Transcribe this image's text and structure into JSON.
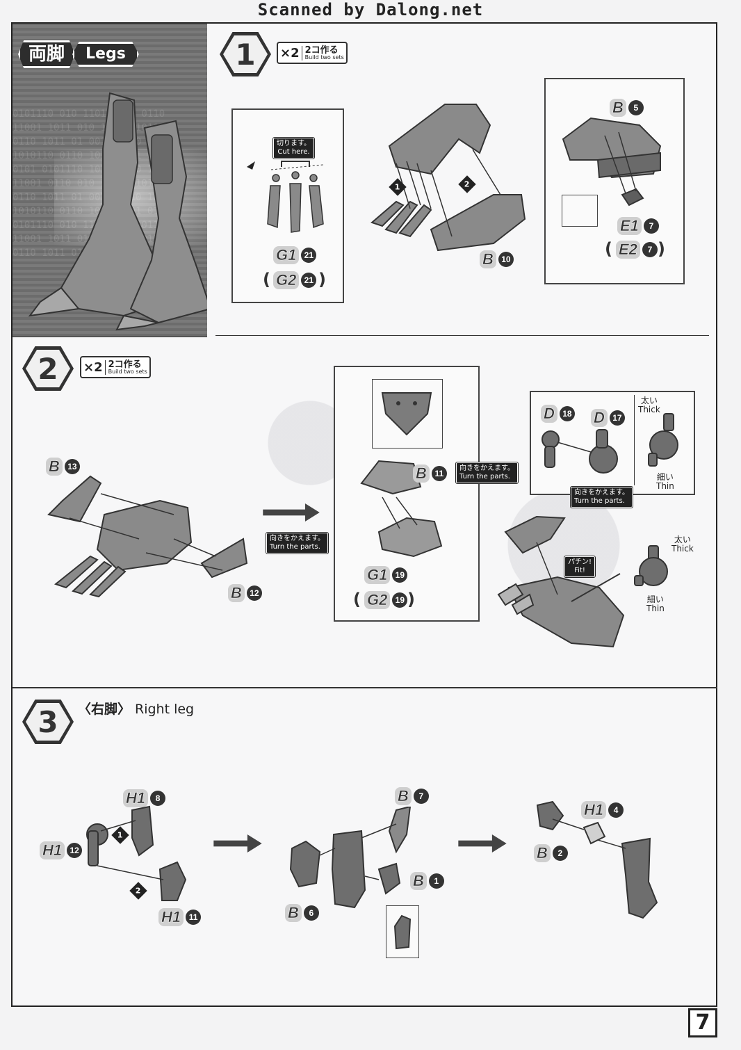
{
  "header": {
    "scan_credit": "Scanned by Dalong.net"
  },
  "section": {
    "title_jp": "両脚",
    "title_en": "Legs"
  },
  "page_number": "7",
  "build_badge": {
    "multiplier": "×2",
    "jp": "2コ作る",
    "en": "Build two sets"
  },
  "step1": {
    "number": "1",
    "cut_note": {
      "jp": "切ります。",
      "en": "Cut here."
    },
    "parts": {
      "g_main": {
        "letter": "G1",
        "num": "21"
      },
      "g_alt": {
        "letter": "G2",
        "num": "21"
      },
      "b10": {
        "letter": "B",
        "num": "10"
      },
      "b5": {
        "letter": "B",
        "num": "5"
      },
      "e_main": {
        "letter": "E1",
        "num": "7"
      },
      "e_alt": {
        "letter": "E2",
        "num": "7"
      }
    },
    "markers": [
      "1",
      "2"
    ]
  },
  "step2": {
    "number": "2",
    "turn_note": {
      "jp": "向きをかえます。",
      "en": "Turn the parts."
    },
    "fit_note": {
      "jp": "パチン!",
      "en": "Fit!"
    },
    "thick": {
      "jp": "太い",
      "en": "Thick"
    },
    "thin": {
      "jp": "細い",
      "en": "Thin"
    },
    "parts": {
      "b13": {
        "letter": "B",
        "num": "13"
      },
      "b12": {
        "letter": "B",
        "num": "12"
      },
      "b11": {
        "letter": "B",
        "num": "11"
      },
      "g_main": {
        "letter": "G1",
        "num": "19"
      },
      "g_alt": {
        "letter": "G2",
        "num": "19"
      },
      "d18": {
        "letter": "D",
        "num": "18"
      },
      "d17": {
        "letter": "D",
        "num": "17"
      }
    }
  },
  "step3": {
    "number": "3",
    "title_jp": "〈右脚〉",
    "title_en": "Right leg",
    "parts": {
      "h8": {
        "letter": "H1",
        "num": "8"
      },
      "h12": {
        "letter": "H1",
        "num": "12"
      },
      "h11": {
        "letter": "H1",
        "num": "11"
      },
      "b7": {
        "letter": "B",
        "num": "7"
      },
      "b1": {
        "letter": "B",
        "num": "1"
      },
      "b6": {
        "letter": "B",
        "num": "6"
      },
      "h4": {
        "letter": "H1",
        "num": "4"
      },
      "b2": {
        "letter": "B",
        "num": "2"
      }
    },
    "markers": [
      "1",
      "2"
    ]
  },
  "colors": {
    "ink": "#222222",
    "part_fill": "#8a8a8a",
    "part_dark": "#5e5e5e",
    "banner_bg": "#707070"
  }
}
